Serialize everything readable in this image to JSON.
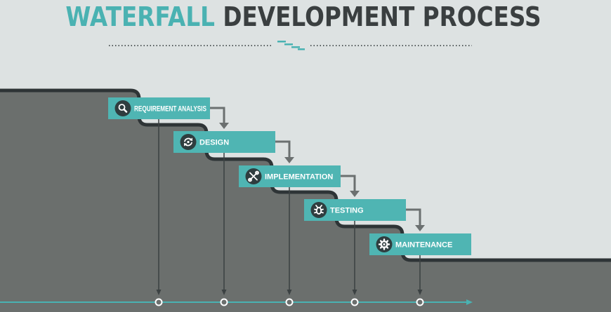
{
  "title": {
    "highlight": "WATERFALL",
    "rest": "DEVELOPMENT PROCESS"
  },
  "colors": {
    "background": "#dde2e2",
    "slope": "#6b6f6d",
    "outline": "#2e3436",
    "accent": "#4fb5b3",
    "icon_circle": "#2f3d3f",
    "arrow": "#6b7070",
    "timeline": "#4ab2b2"
  },
  "steps": [
    {
      "label": "REQUIREMENT ANALYSIS",
      "icon": "magnifier-icon"
    },
    {
      "label": "DESIGN",
      "icon": "refresh-cycle-icon"
    },
    {
      "label": "IMPLEMENTATION",
      "icon": "wrench-screwdriver-icon"
    },
    {
      "label": "TESTING",
      "icon": "bug-icon"
    },
    {
      "label": "MAINTENANCE",
      "icon": "gear-icon"
    }
  ]
}
